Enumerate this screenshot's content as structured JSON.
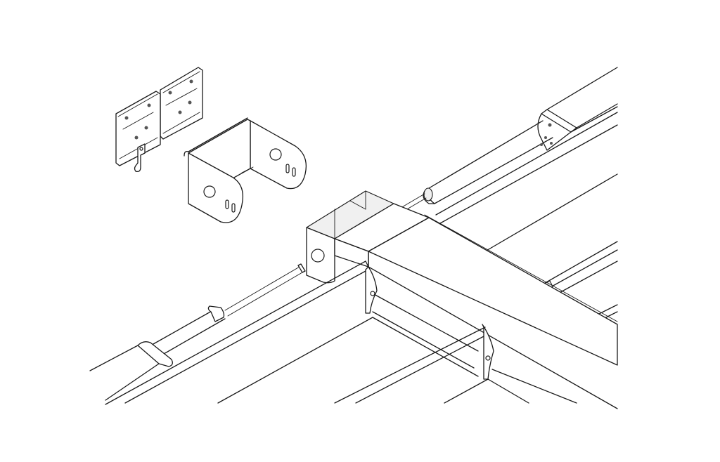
{
  "figure": {
    "kind": "exploded isometric line drawing",
    "parts": [
      "mounting-plate-pair",
      "u-shaped-bracket",
      "roller-tube",
      "end-cap",
      "cross-beam",
      "rail-frame"
    ],
    "colors": {
      "line": "#1a1a1a",
      "background": "#ffffff",
      "shade": "#f0f0f0"
    }
  }
}
